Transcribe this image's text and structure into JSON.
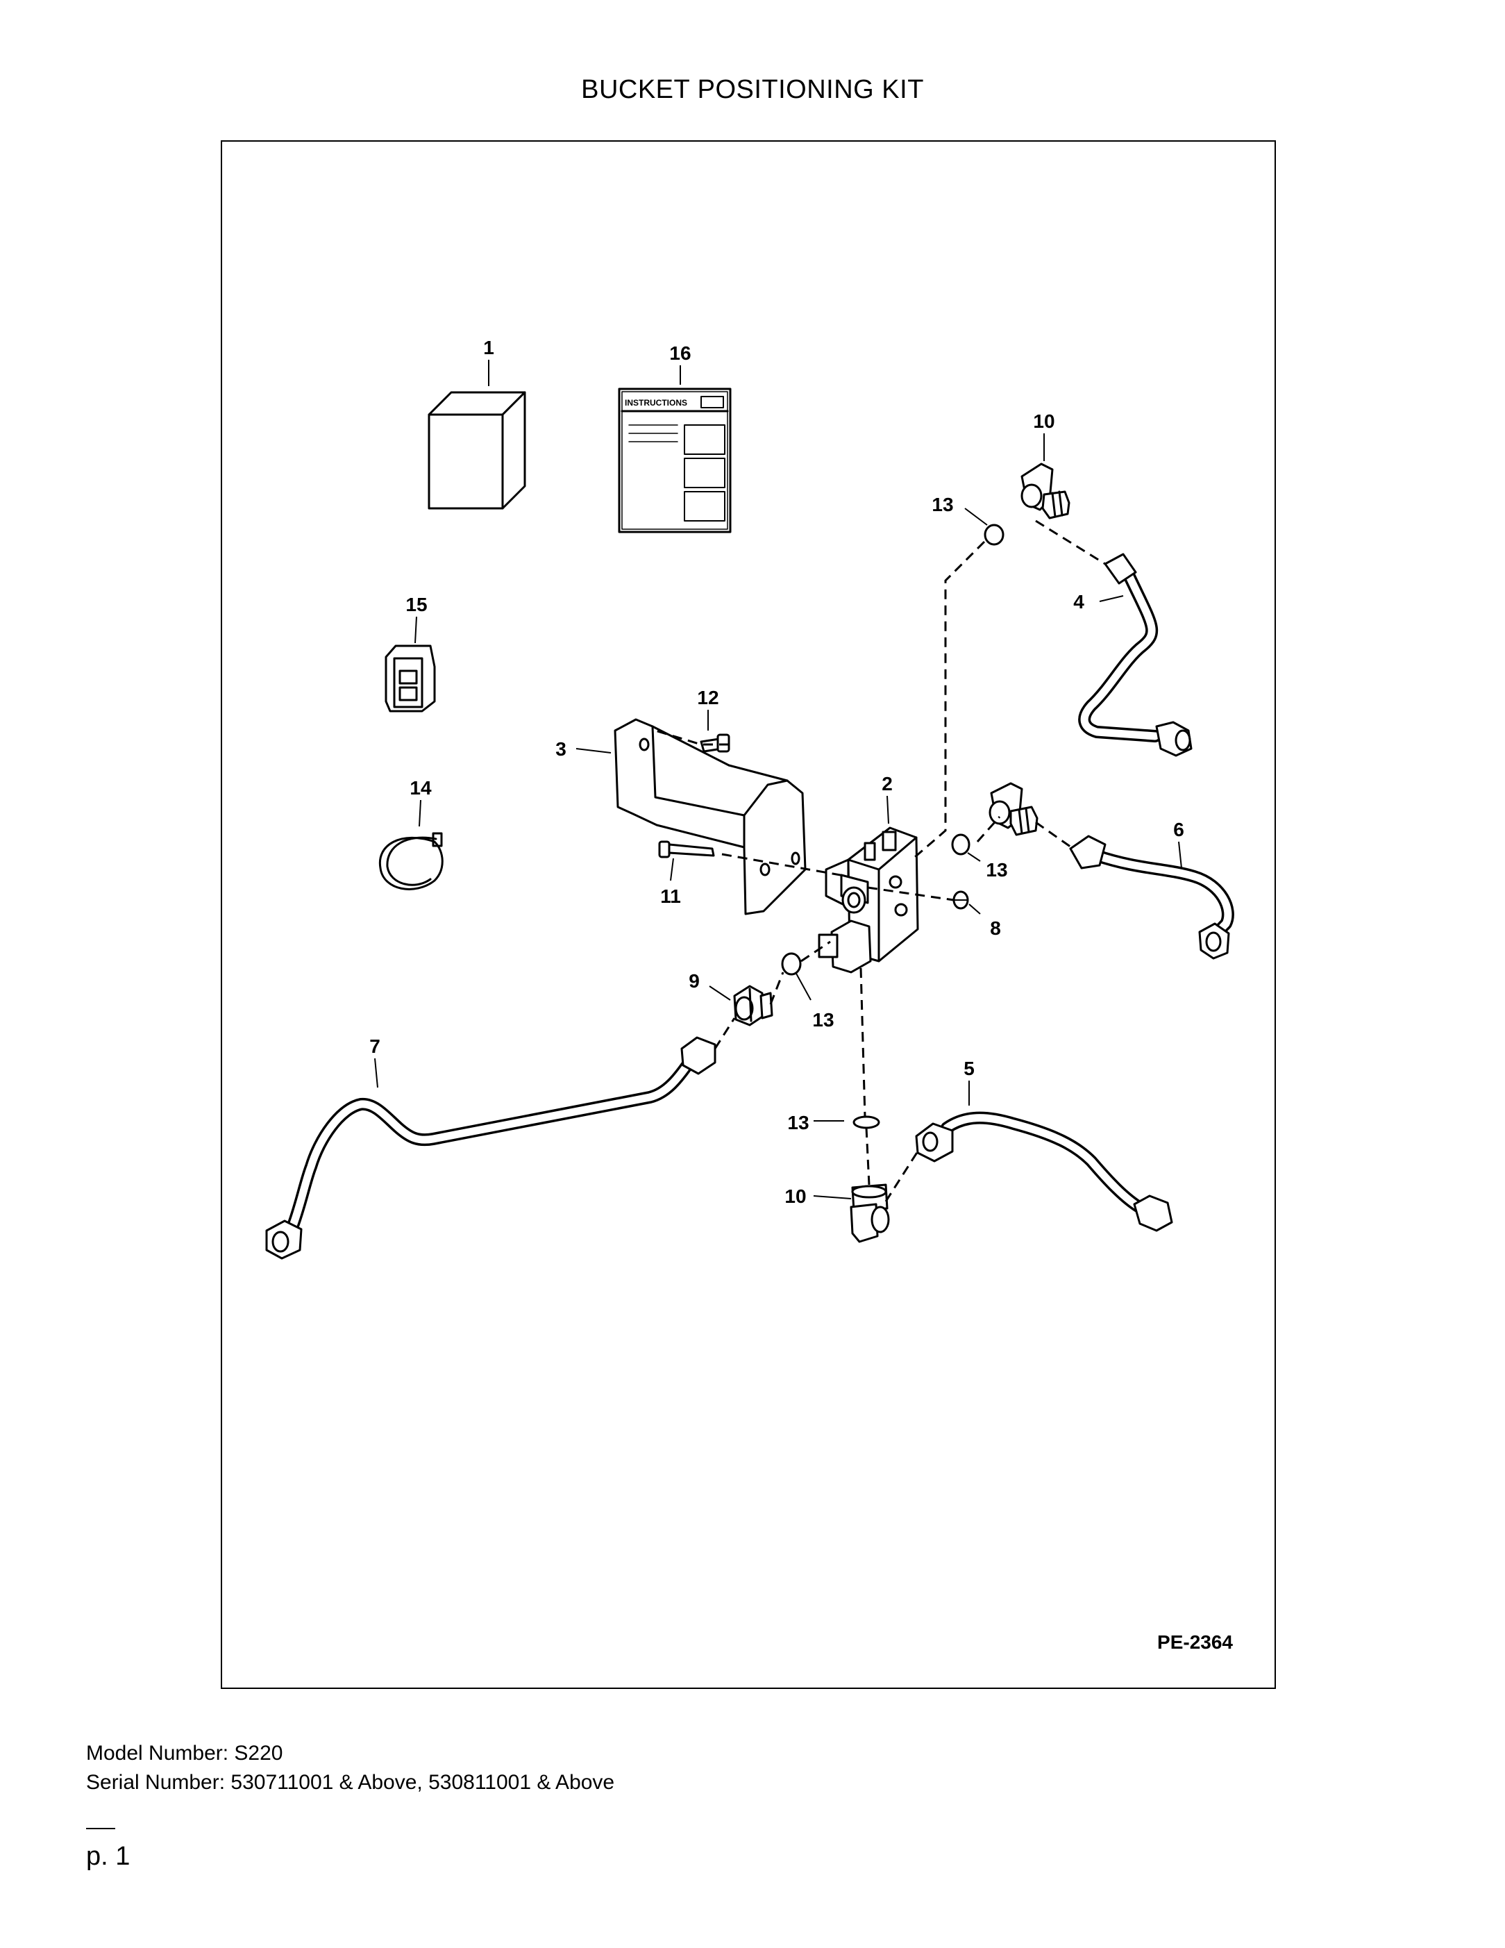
{
  "page": {
    "title": "BUCKET POSITIONING KIT",
    "figure_code": "PE-2364",
    "model_line": "Model Number: S220",
    "serial_line": "Serial Number: 530711001 & Above, 530811001 & Above",
    "page_number": "p. 1"
  },
  "manual_label": "INSTRUCTIONS",
  "callouts": {
    "c1": "1",
    "c2": "2",
    "c3": "3",
    "c4": "4",
    "c5": "5",
    "c6": "6",
    "c7": "7",
    "c8": "8",
    "c9": "9",
    "c10a": "10",
    "c10b": "10",
    "c11": "11",
    "c12": "12",
    "c13a": "13",
    "c13b": "13",
    "c13c": "13",
    "c13d": "13",
    "c14": "14",
    "c15": "15",
    "c16": "16"
  }
}
